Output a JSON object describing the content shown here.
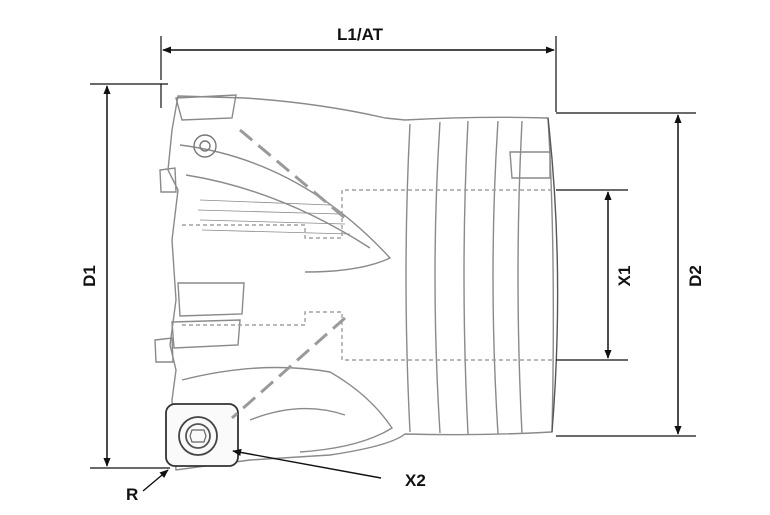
{
  "dimensions": {
    "overall_length": "L1/AT",
    "cutting_diameter": "D1",
    "body_diameter": "D2",
    "bore_diameter": "X1",
    "insert_screw": "X2",
    "corner_radius": "R"
  },
  "colors": {
    "line": "#111111",
    "sketch": "#8a8a8a",
    "hidden": "#9a9a9a",
    "background": "#ffffff"
  }
}
